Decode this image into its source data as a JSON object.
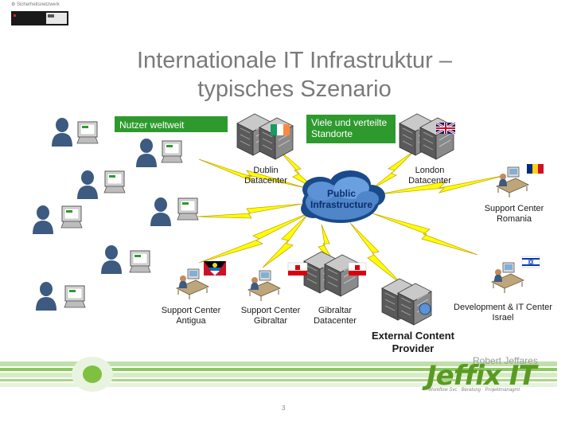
{
  "header_logo": {
    "caption": "⚙ Sicherheitsnetzwerk"
  },
  "title": {
    "line1": "Internationale IT Infrastruktur –",
    "line2": "typisches Szenario"
  },
  "boxes": {
    "users": "Nutzer weltweit",
    "sites": "Viele und verteilte Standorte"
  },
  "cloud": {
    "line1": "Public",
    "line2": "Infrastructure"
  },
  "sites": {
    "dublin": {
      "line1": "Dublin",
      "line2": "Datacenter"
    },
    "london": {
      "line1": "London",
      "line2": "Datacenter"
    },
    "romania": {
      "line1": "Support Center",
      "line2": "Romania"
    },
    "antigua": {
      "line1": "Support Center",
      "line2": "Antigua"
    },
    "gib_support": {
      "line1": "Support Center",
      "line2": "Gibraltar"
    },
    "gib_dc": {
      "line1": "Gibraltar",
      "line2": "Datacenter"
    },
    "israel": {
      "line1": "Development & IT Center",
      "line2": "Israel"
    },
    "external": {
      "line1": "External Content",
      "line2": "Provider"
    }
  },
  "footer": {
    "author": "Robert Jeffares",
    "brand": "Jeffix IT",
    "tagline": "Workflow Svc · Beratung · Projektmanagmt",
    "page": "3"
  },
  "colors": {
    "box_green": "#2e9a2e",
    "bolt_yellow": "#ffff00",
    "brand_green": "#5a9a22",
    "cloud_blue": "#1a4a8a"
  }
}
